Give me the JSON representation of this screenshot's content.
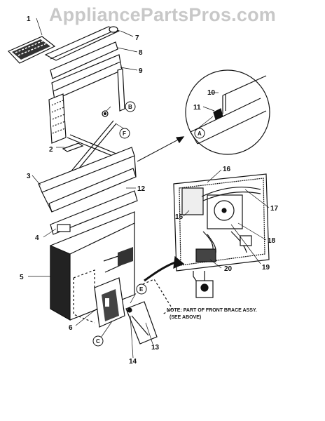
{
  "watermark": "AppliancePartsPros.com",
  "callouts": [
    "1",
    "2",
    "3",
    "4",
    "5",
    "6",
    "7",
    "8",
    "9",
    "10",
    "11",
    "12",
    "13",
    "14",
    "15",
    "16",
    "17",
    "18",
    "19",
    "20"
  ],
  "circle_labels": {
    "B": "B",
    "F": "F",
    "A": "A",
    "E": "E",
    "C": "C"
  },
  "note_line1": "NOTE: PART OF FRONT BRACE ASSY.",
  "note_line2": "(SEE ABOVE)"
}
